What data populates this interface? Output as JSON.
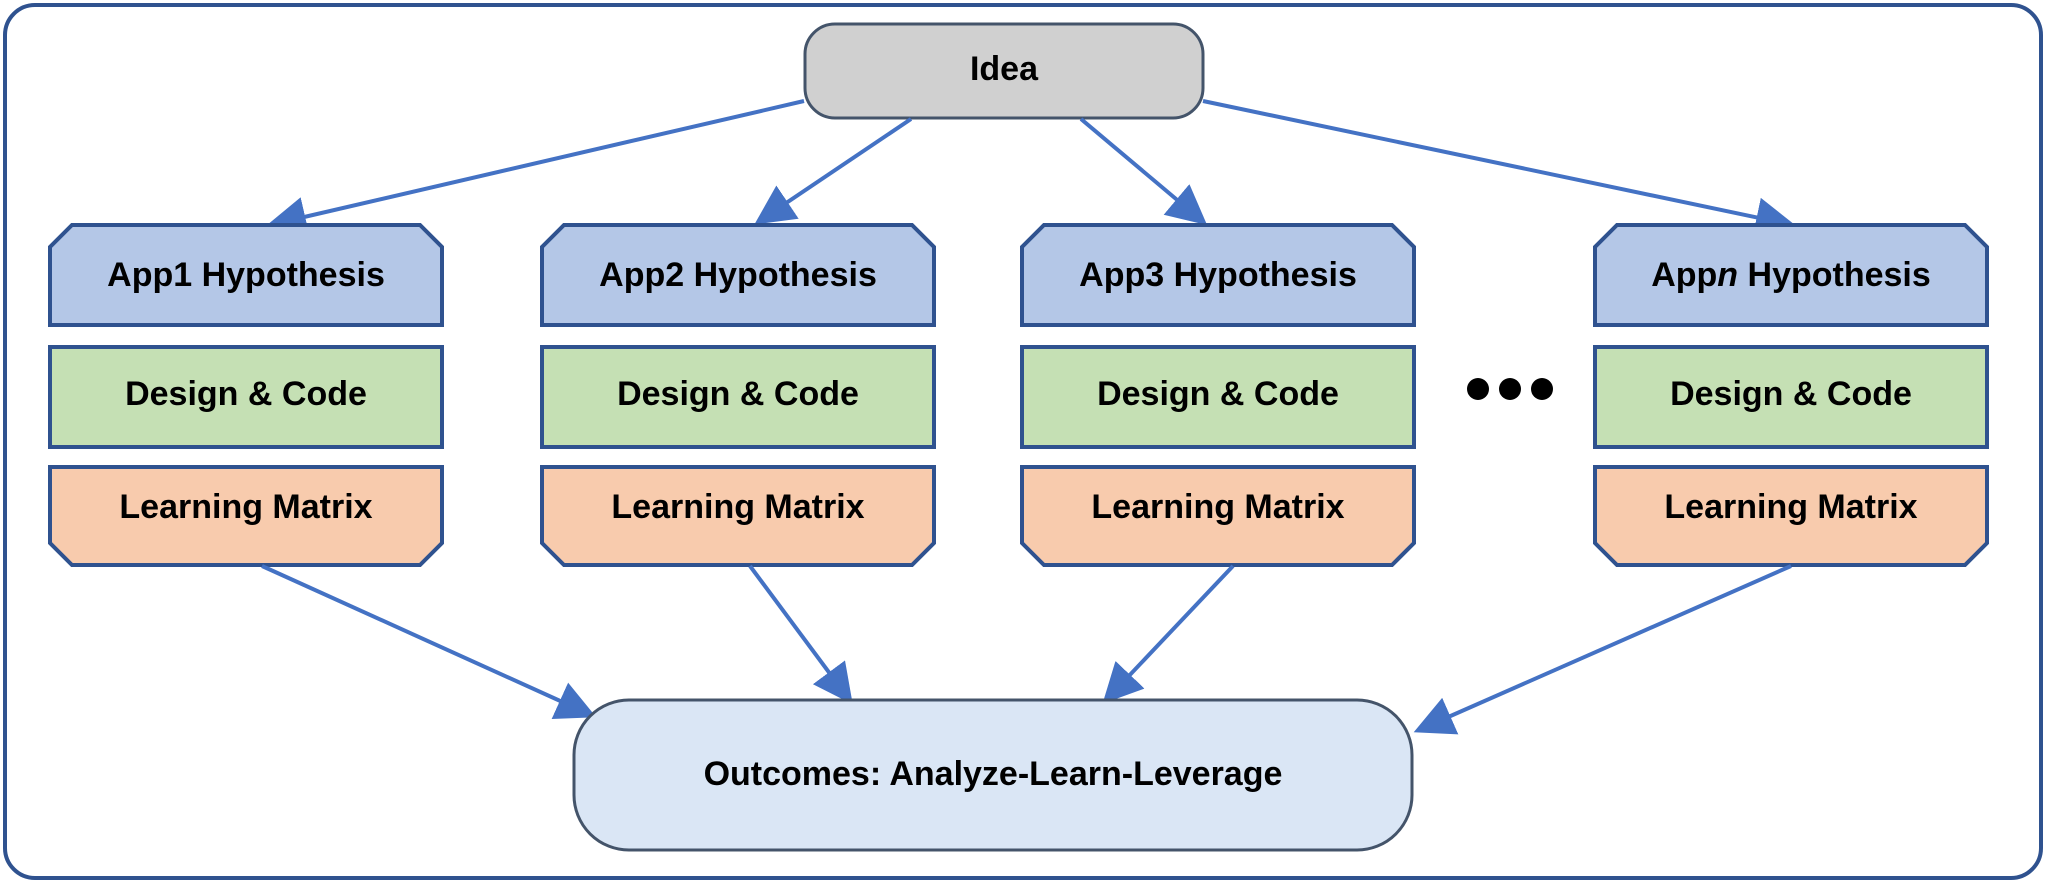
{
  "idea": {
    "label": "Idea"
  },
  "columns": [
    {
      "hypothesis_prefix": "App1",
      "hypothesis_var": "",
      "hypothesis_suffix": " Hypothesis",
      "design": "Design & Code",
      "learning": "Learning Matrix"
    },
    {
      "hypothesis_prefix": "App2",
      "hypothesis_var": "",
      "hypothesis_suffix": " Hypothesis",
      "design": "Design & Code",
      "learning": "Learning Matrix"
    },
    {
      "hypothesis_prefix": "App3",
      "hypothesis_var": "",
      "hypothesis_suffix": " Hypothesis",
      "design": "Design & Code",
      "learning": "Learning Matrix"
    },
    {
      "hypothesis_prefix": "App",
      "hypothesis_var": "n",
      "hypothesis_suffix": " Hypothesis",
      "design": "Design & Code",
      "learning": "Learning Matrix"
    }
  ],
  "outcomes": {
    "label": "Outcomes: Analyze-Learn-Leverage"
  },
  "colors": {
    "frame": "#2f528f",
    "arrow": "#4472c4",
    "idea_fill": "#d0d0d0",
    "hypothesis_fill": "#b4c7e7",
    "design_fill": "#c5e0b4",
    "learning_fill": "#f8cbad",
    "outcomes_fill": "#dae6f5"
  }
}
